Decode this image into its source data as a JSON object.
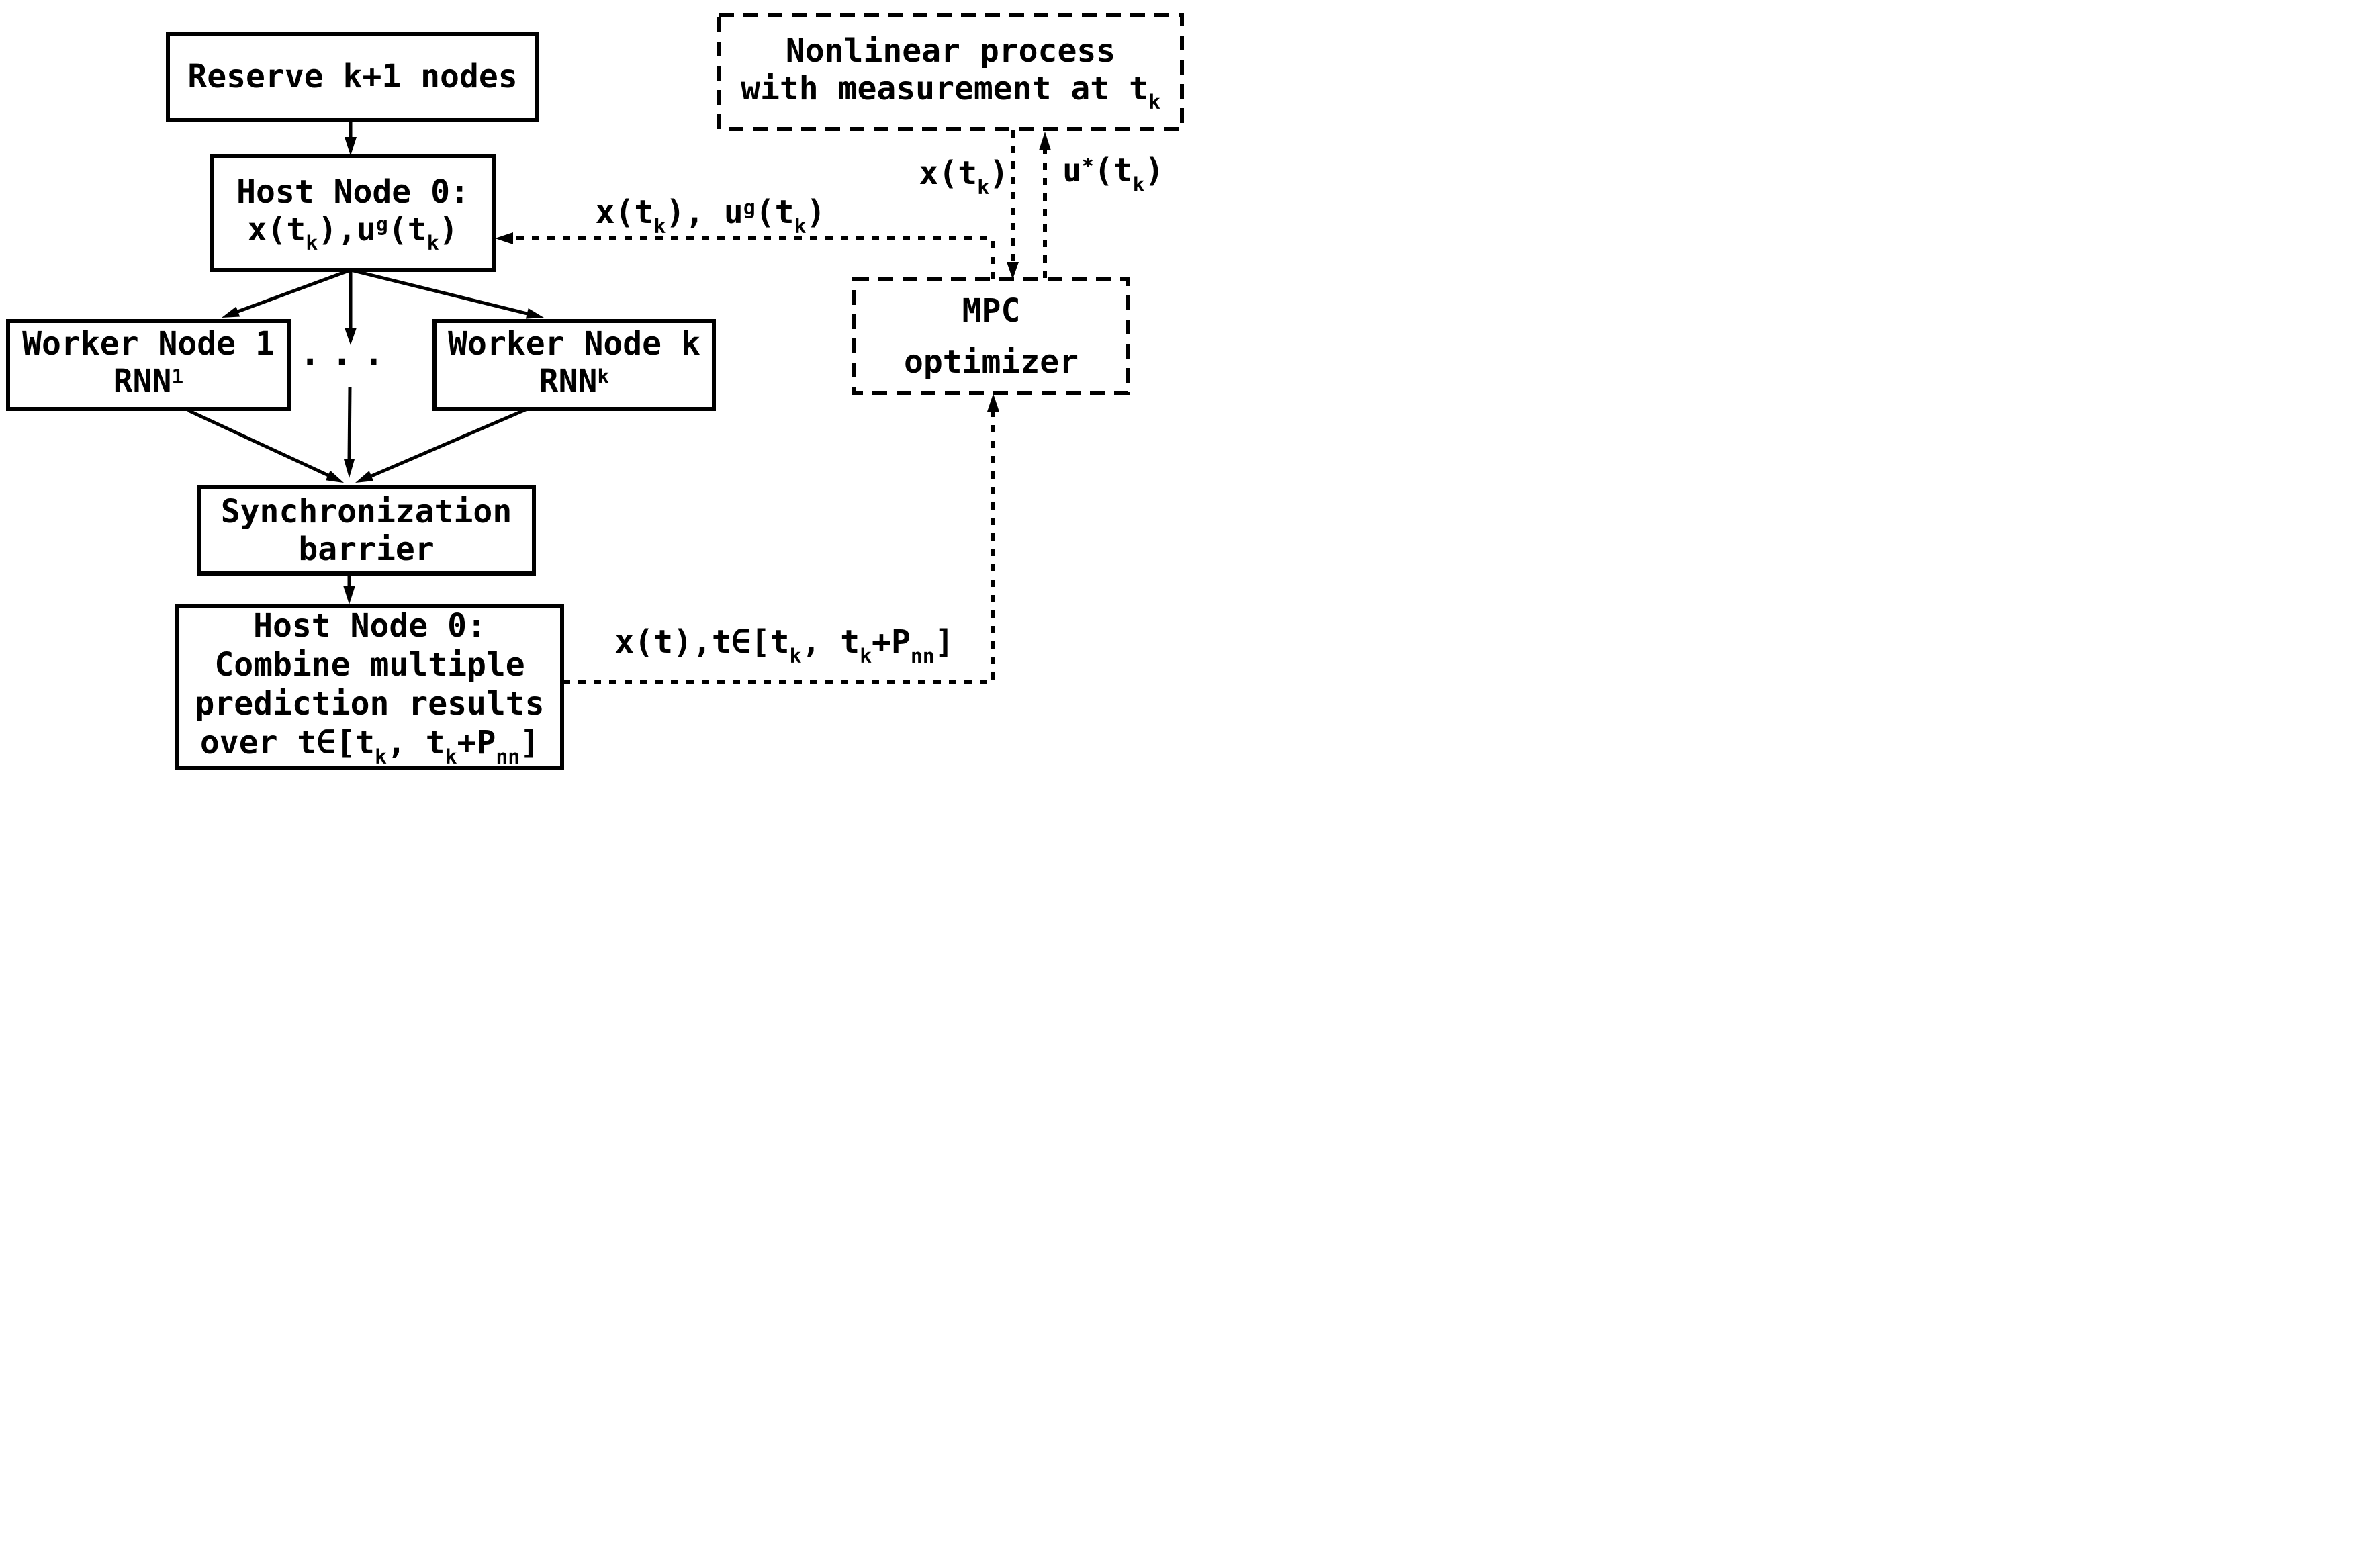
{
  "colors": {
    "ink": "#000000",
    "background": "#ffffff"
  },
  "boxes": {
    "reserve": {
      "title": "Reserve k+1 nodes"
    },
    "host_top": {
      "title": "Host Node 0:",
      "formula": [
        {
          "text": "x(t"
        },
        {
          "text": "k",
          "kind": "sub"
        },
        {
          "text": "),u"
        },
        {
          "text": "g",
          "kind": "sup"
        },
        {
          "text": "(t"
        },
        {
          "text": "k",
          "kind": "sub"
        },
        {
          "text": ")"
        }
      ]
    },
    "worker_1": {
      "title": "Worker Node 1",
      "formula": [
        {
          "text": "RNN"
        },
        {
          "text": "1",
          "kind": "sup"
        }
      ]
    },
    "worker_k": {
      "title": "Worker Node k",
      "formula": [
        {
          "text": "RNN"
        },
        {
          "text": "k",
          "kind": "sup"
        }
      ]
    },
    "sync_barrier": {
      "line1": "Synchronization",
      "line2": "barrier"
    },
    "host_bottom": {
      "line1": "Host Node 0:",
      "line2": "Combine multiple",
      "line3": "prediction results",
      "formula": [
        {
          "text": "over t∈[t"
        },
        {
          "text": "k",
          "kind": "sub"
        },
        {
          "text": ", t"
        },
        {
          "text": "k",
          "kind": "sub"
        },
        {
          "text": "+P"
        },
        {
          "text": "nn",
          "kind": "sub"
        },
        {
          "text": "]"
        }
      ]
    },
    "nonlinear_process": {
      "line1": "Nonlinear process",
      "formula": [
        {
          "text": "with measurement at t"
        },
        {
          "text": "k",
          "kind": "sub"
        }
      ]
    },
    "mpc_optimizer": {
      "line1": "MPC",
      "line2": "optimizer"
    }
  },
  "edge_labels": {
    "state_and_guess": [
      {
        "text": "x(t"
      },
      {
        "text": "k",
        "kind": "sub"
      },
      {
        "text": "), u"
      },
      {
        "text": "g",
        "kind": "sup"
      },
      {
        "text": "(t"
      },
      {
        "text": "k",
        "kind": "sub"
      },
      {
        "text": ")"
      }
    ],
    "state_measurement": [
      {
        "text": "x(t"
      },
      {
        "text": "k",
        "kind": "sub"
      },
      {
        "text": ")"
      }
    ],
    "optimal_input": [
      {
        "text": "u"
      },
      {
        "text": "*",
        "kind": "sup"
      },
      {
        "text": "(t"
      },
      {
        "text": "k",
        "kind": "sub"
      },
      {
        "text": ")"
      }
    ],
    "state_prediction": [
      {
        "text": "x(t),t∈[t"
      },
      {
        "text": "k",
        "kind": "sub"
      },
      {
        "text": ", t"
      },
      {
        "text": "k",
        "kind": "sub"
      },
      {
        "text": "+P"
      },
      {
        "text": "nn",
        "kind": "sub"
      },
      {
        "text": "]"
      }
    ]
  },
  "ellipsis": "..."
}
